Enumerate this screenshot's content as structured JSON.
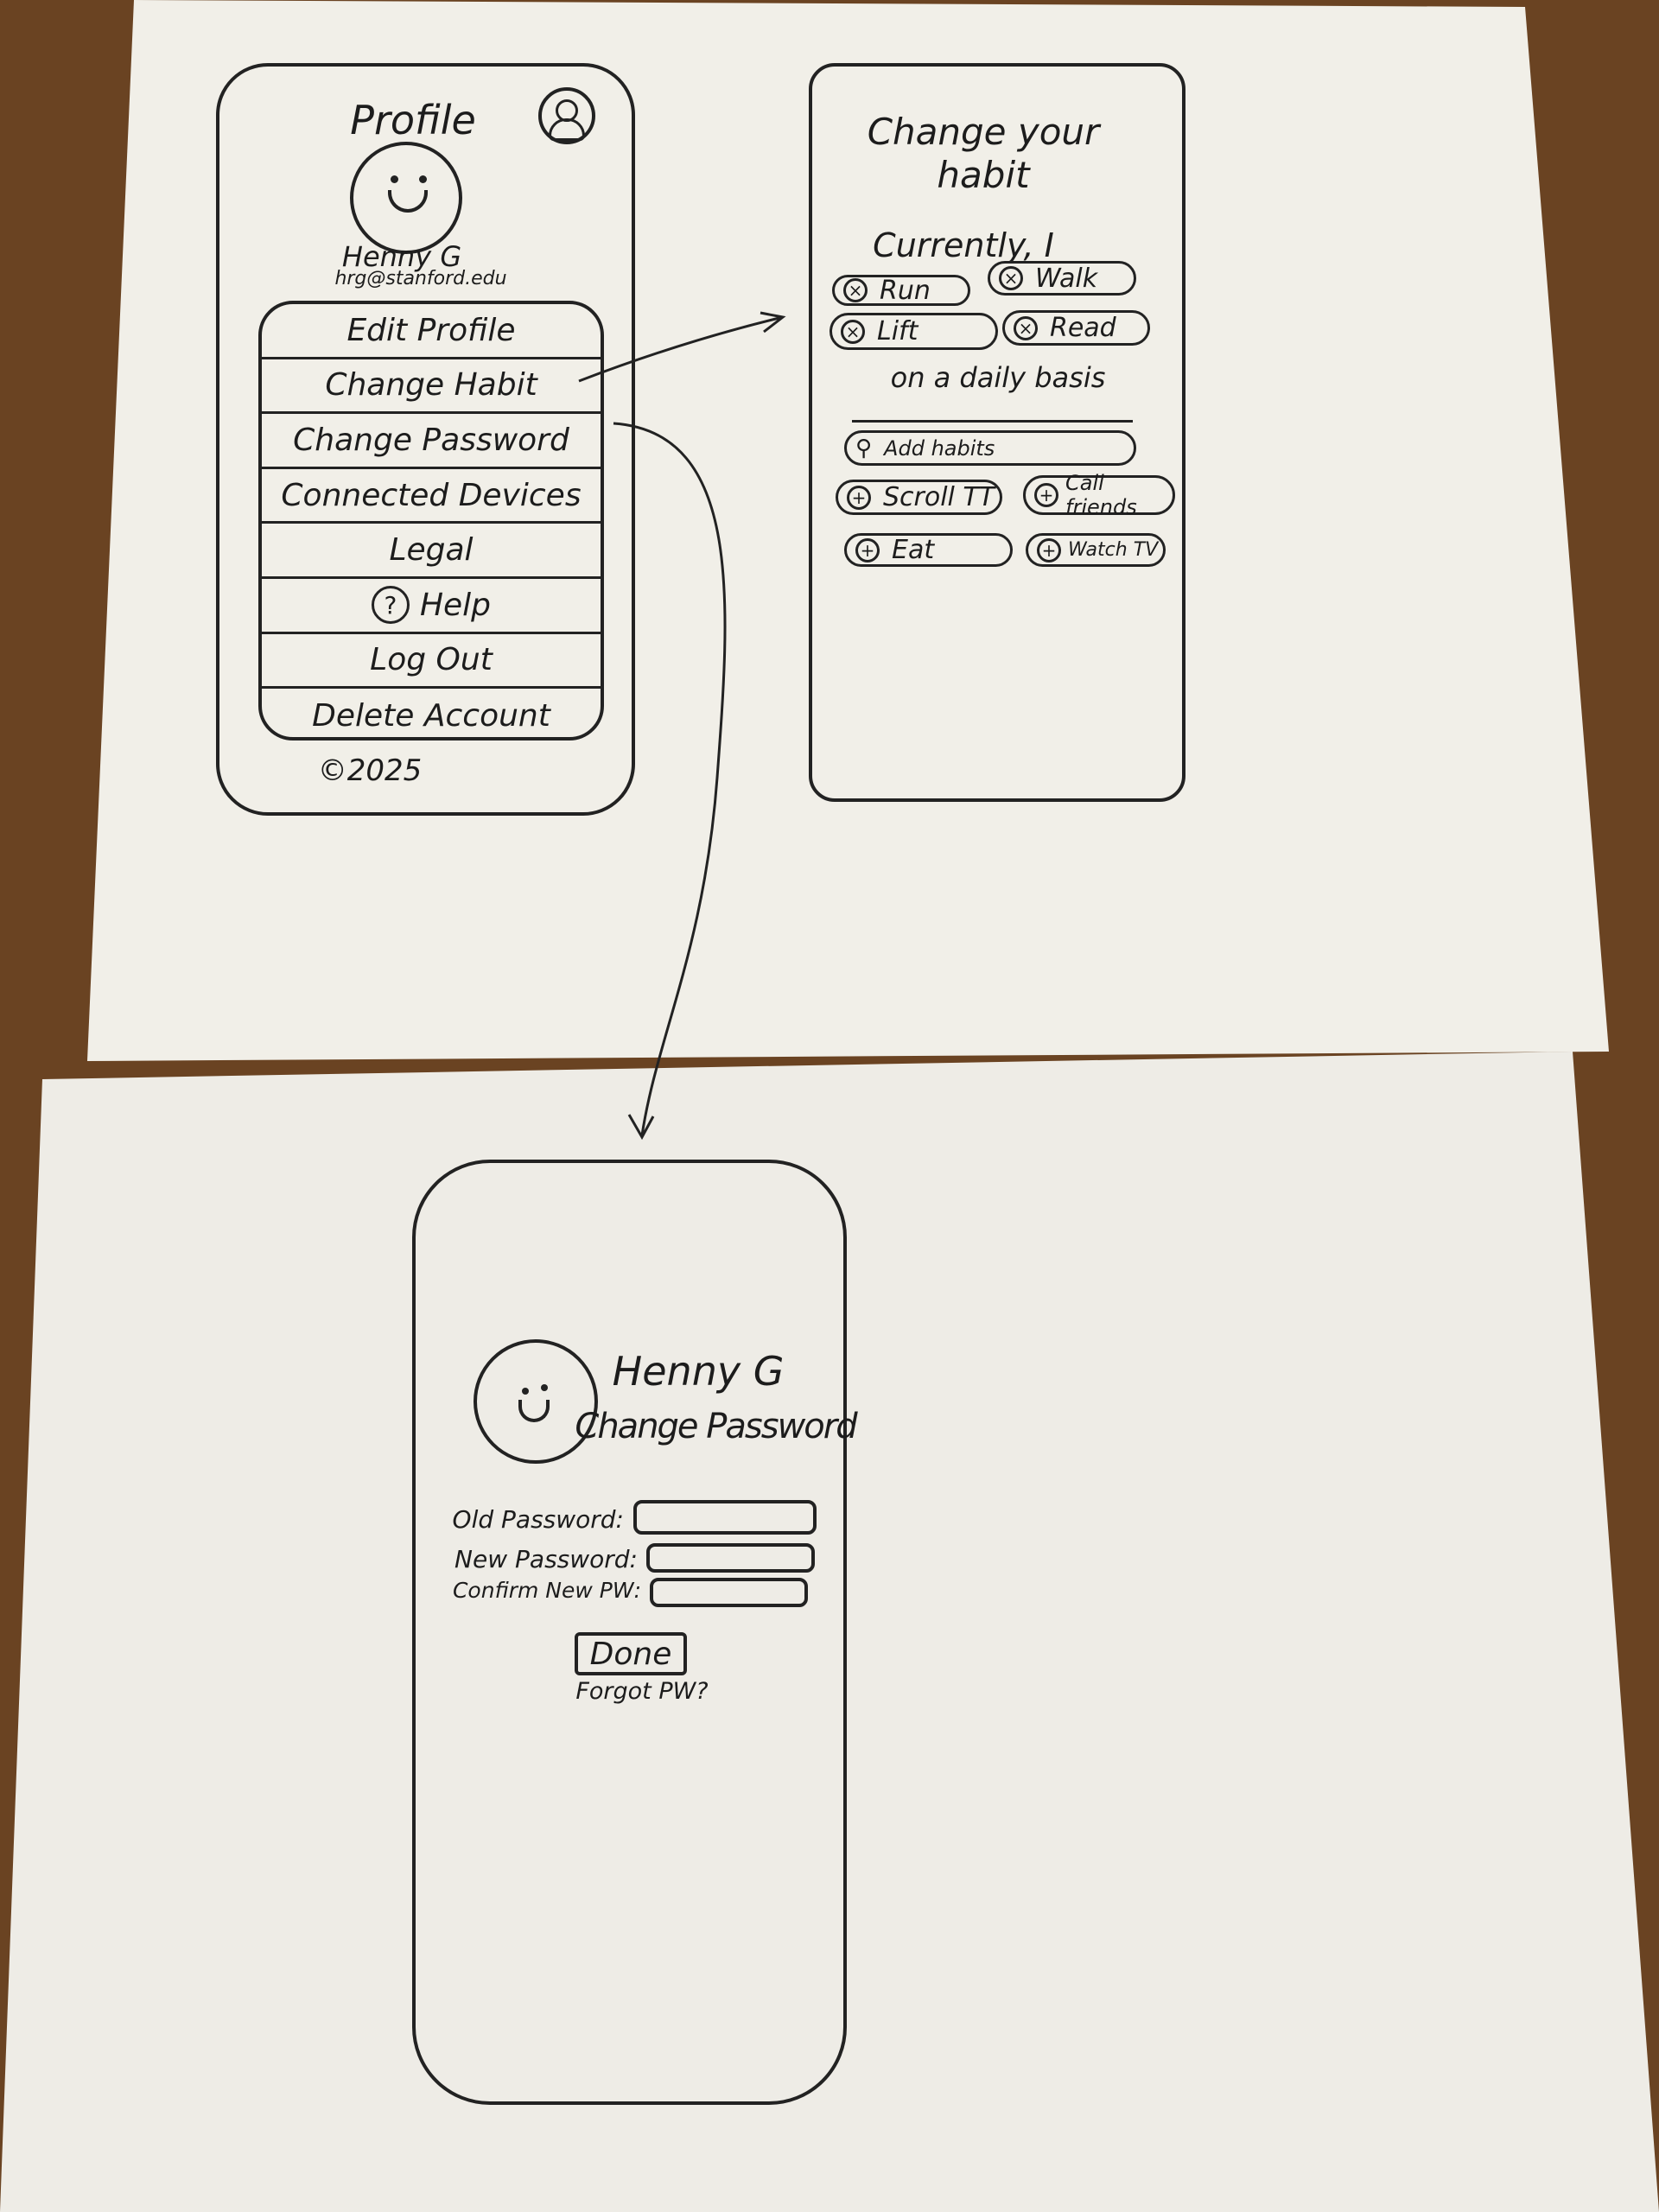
{
  "colors": {
    "wood": "#6a4322",
    "paper": "#f1efe8",
    "ink": "#1c1c1c"
  },
  "profile_screen": {
    "title": "Profile",
    "account_icon": "person-circle-icon",
    "avatar_icon": "smiley-face-icon",
    "name": "Henny G",
    "email": "hrg@stanford.edu",
    "menu": [
      {
        "label": "Edit Profile"
      },
      {
        "label": "Change Habit"
      },
      {
        "label": "Change Password"
      },
      {
        "label": "Connected Devices"
      },
      {
        "label": "Legal"
      },
      {
        "label": "Help",
        "icon": "question-circle-icon",
        "icon_glyph": "?"
      },
      {
        "label": "Log Out"
      },
      {
        "label": "Delete Account"
      }
    ],
    "footer": "©2025"
  },
  "habit_screen": {
    "title_line1": "Change your",
    "title_line2": "habit",
    "prefix": "Currently, I",
    "current_habits": [
      {
        "label": "Run"
      },
      {
        "label": "Walk"
      },
      {
        "label": "Lift"
      },
      {
        "label": "Read"
      }
    ],
    "suffix": "on a daily basis",
    "search_placeholder": "Add habits",
    "suggested_habits": [
      {
        "label": "Scroll TT"
      },
      {
        "label": "Call friends"
      },
      {
        "label": "Eat"
      },
      {
        "label": "Watch TV"
      }
    ],
    "remove_glyph": "×",
    "add_glyph": "+"
  },
  "password_screen": {
    "name": "Henny G",
    "title": "Change Password",
    "old_label": "Old Password:",
    "new_label": "New Password:",
    "confirm_label": "Confirm New PW:",
    "done_label": "Done",
    "forgot_label": "Forgot PW?"
  }
}
